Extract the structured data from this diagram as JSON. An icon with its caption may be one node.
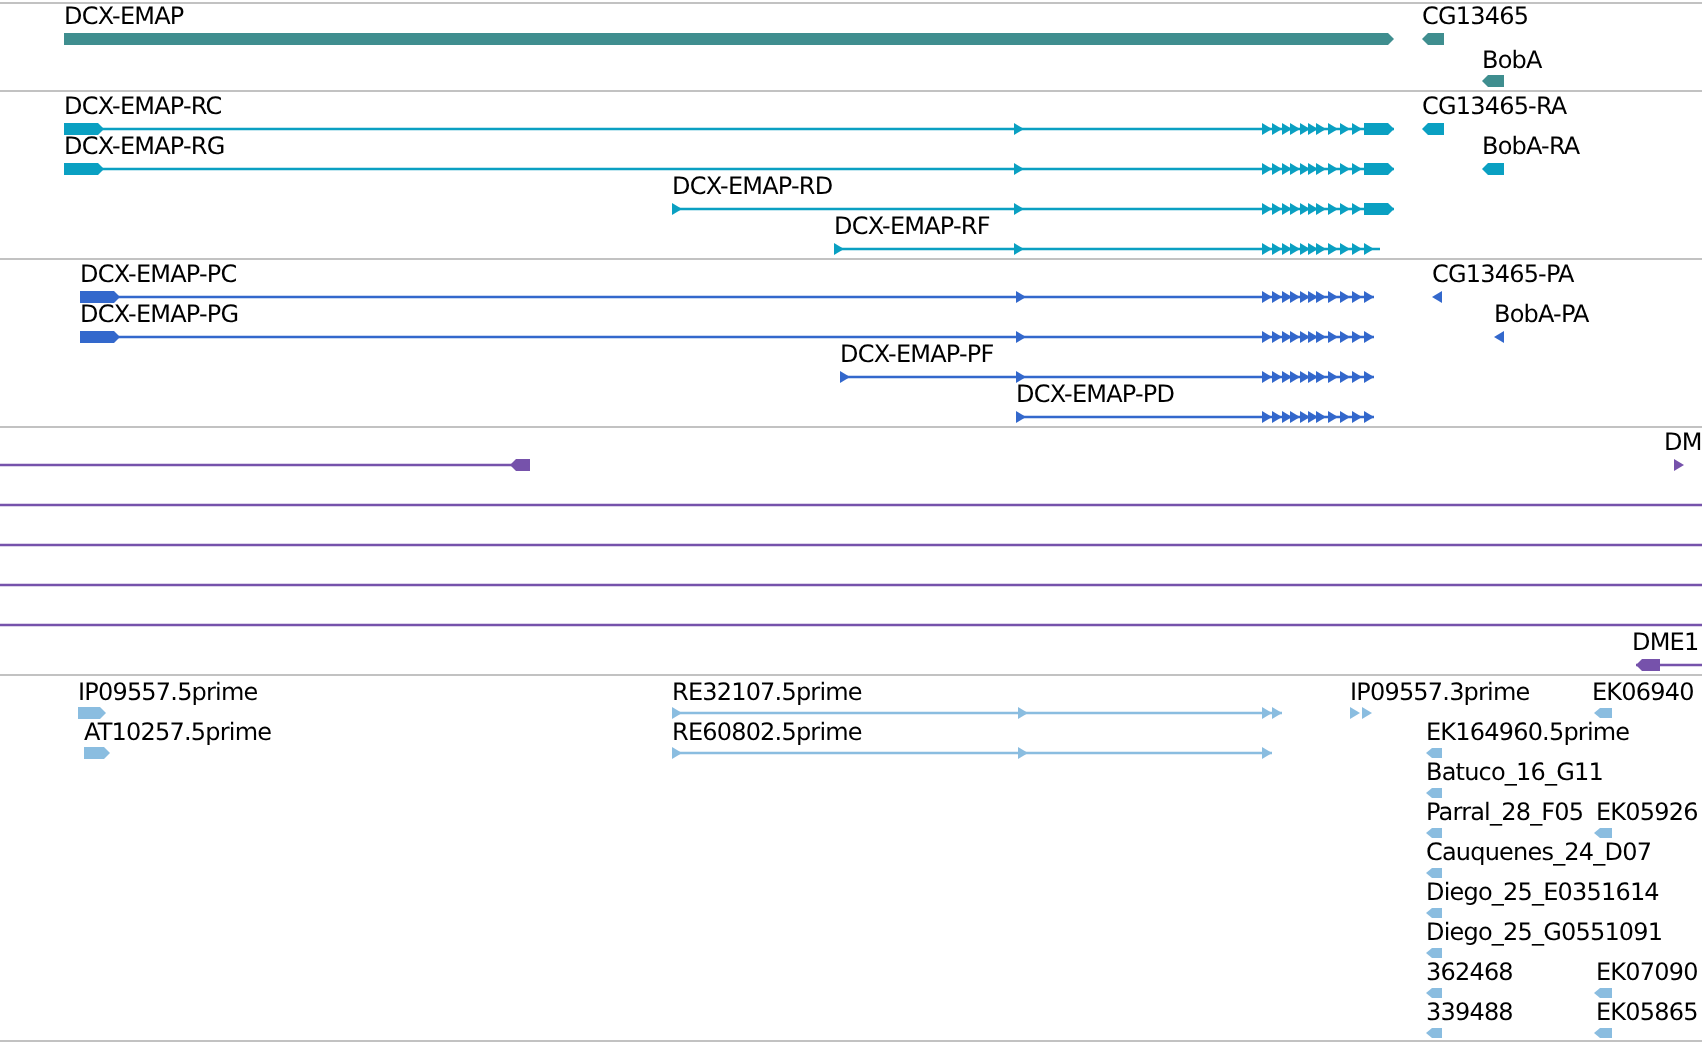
{
  "diagram": {
    "labels": [
      "DCX-EMAP",
      "CG13465",
      "BobA",
      "DCX-EMAP-RC",
      "CG13465-RA",
      "DCX-EMAP-RG",
      "BobA-RA",
      "DCX-EMAP-RD",
      "DCX-EMAP-RF",
      "DCX-EMAP-PC",
      "CG13465-PA",
      "DCX-EMAP-PG",
      "BobA-PA",
      "DCX-EMAP-PF",
      "DCX-EMAP-PD",
      "DM",
      "DME1",
      "IP09557.5prime",
      "RE32107.5prime",
      "IP09557.3prime",
      "EK06940",
      "AT10257.5prime",
      "RE60802.5prime",
      "EK164960.5prime",
      "Batuco_16_G11",
      "Parral_28_F05",
      "EK05926",
      "Cauquenes_24_D07",
      "Diego_25_E0351614",
      "Diego_25_G0551091",
      "362468",
      "EK07090",
      "339488",
      "EK05865"
    ]
  }
}
